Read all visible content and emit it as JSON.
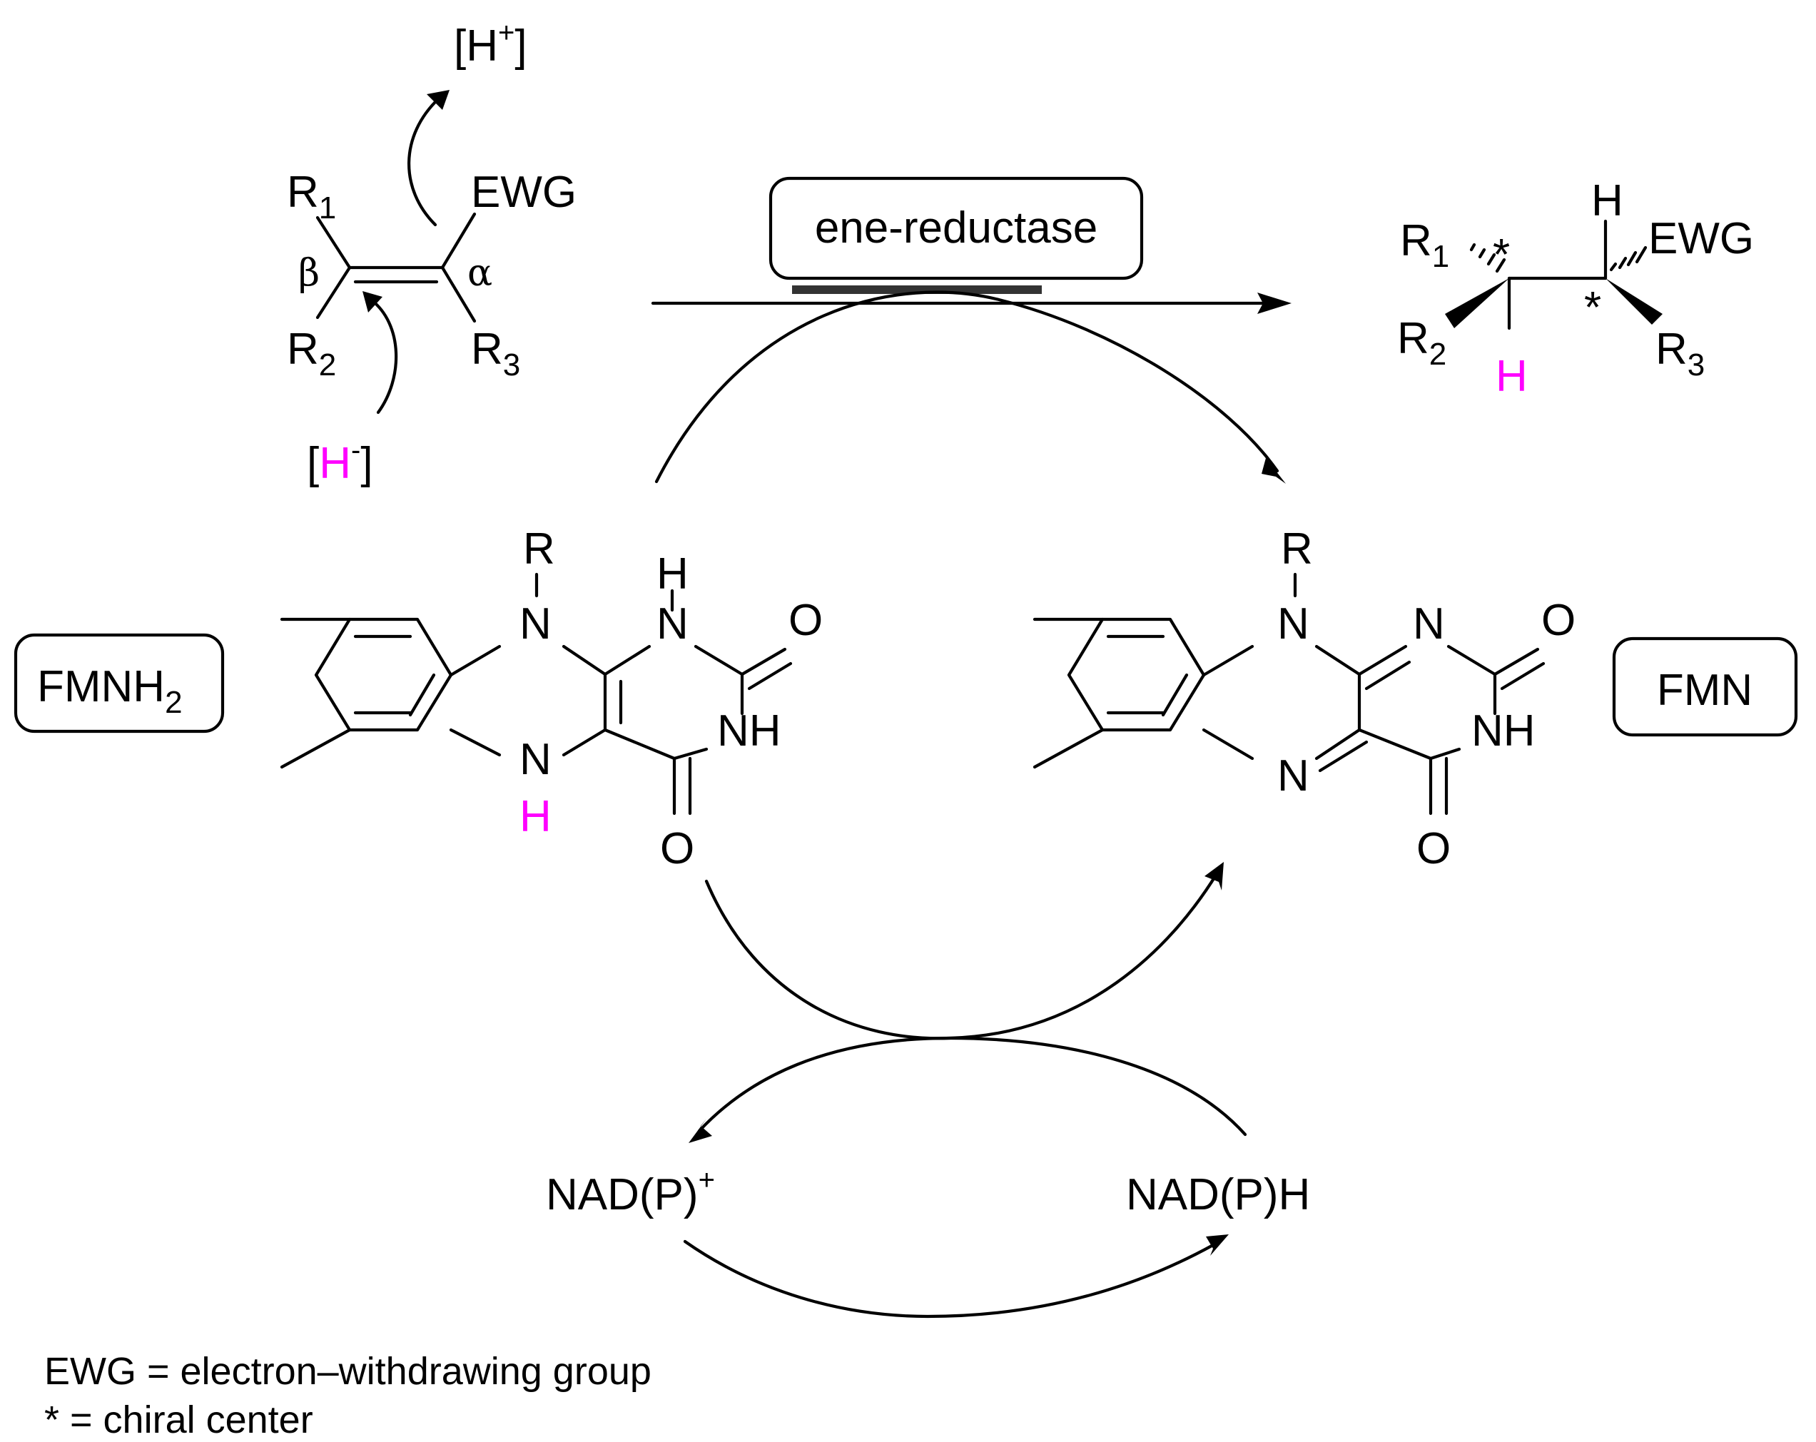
{
  "enzyme_label": "ene-reductase",
  "cofactors": {
    "reduced": {
      "label": "FMNH",
      "subscript": "2"
    },
    "oxidized": {
      "label": "FMN"
    }
  },
  "nad": {
    "oxidized": {
      "label": "NAD(P)",
      "superscript": "+"
    },
    "reduced": {
      "label": "NAD(P)H"
    }
  },
  "substrate": {
    "R1": {
      "letter": "R",
      "sub": "1"
    },
    "R2": {
      "letter": "R",
      "sub": "2"
    },
    "R3": {
      "letter": "R",
      "sub": "3"
    },
    "ewg": "EWG",
    "beta": "β",
    "alpha": "α",
    "proton": {
      "open": "[H",
      "charge": "+",
      "close": "]"
    },
    "hydride": {
      "open": "[",
      "atom": "H",
      "charge": "-",
      "close": "]"
    }
  },
  "product": {
    "R1": {
      "letter": "R",
      "sub": "1"
    },
    "R2": {
      "letter": "R",
      "sub": "2"
    },
    "R3": {
      "letter": "R",
      "sub": "3"
    },
    "ewg": "EWG",
    "h_top": "H",
    "h_new": "H",
    "chiral_marker": "*"
  },
  "flavin_atoms": {
    "R": "R",
    "N": "N",
    "H": "H",
    "NH": "NH",
    "O": "O"
  },
  "legend": [
    "EWG = electron–withdrawing group",
    "* = chiral center"
  ],
  "colors": {
    "ink": "#000000",
    "highlight": "#ff00ff"
  }
}
